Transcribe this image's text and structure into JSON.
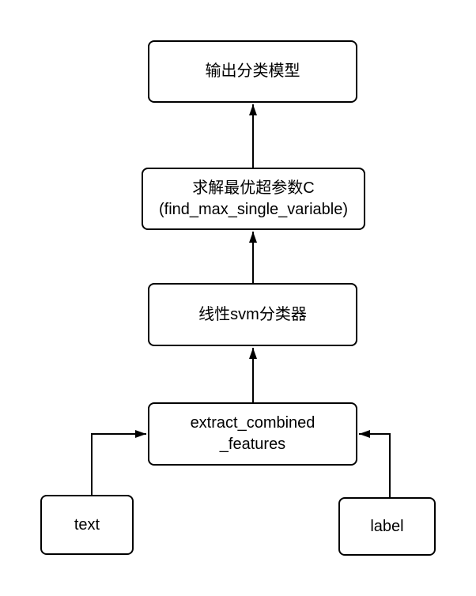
{
  "diagram": {
    "type": "flowchart",
    "colors": {
      "background": "#ffffff",
      "node_fill": "#ffffff",
      "node_stroke": "#000000",
      "edge_stroke": "#000000",
      "text": "#000000"
    },
    "nodes": {
      "output_model": {
        "lines": [
          "输出分类模型"
        ]
      },
      "solve_hyperparam": {
        "lines": [
          "求解最优超参数C",
          "(find_max_single_variable)"
        ]
      },
      "linear_svm": {
        "lines": [
          "线性svm分类器"
        ]
      },
      "extract_features": {
        "lines": [
          "extract_combined",
          "_features"
        ]
      },
      "text_source": {
        "lines": [
          "text"
        ]
      },
      "label_source": {
        "lines": [
          "label"
        ]
      }
    },
    "edges": [
      {
        "from": "text_source",
        "to": "extract_features"
      },
      {
        "from": "label_source",
        "to": "extract_features"
      },
      {
        "from": "extract_features",
        "to": "linear_svm"
      },
      {
        "from": "linear_svm",
        "to": "solve_hyperparam"
      },
      {
        "from": "solve_hyperparam",
        "to": "output_model"
      }
    ]
  }
}
